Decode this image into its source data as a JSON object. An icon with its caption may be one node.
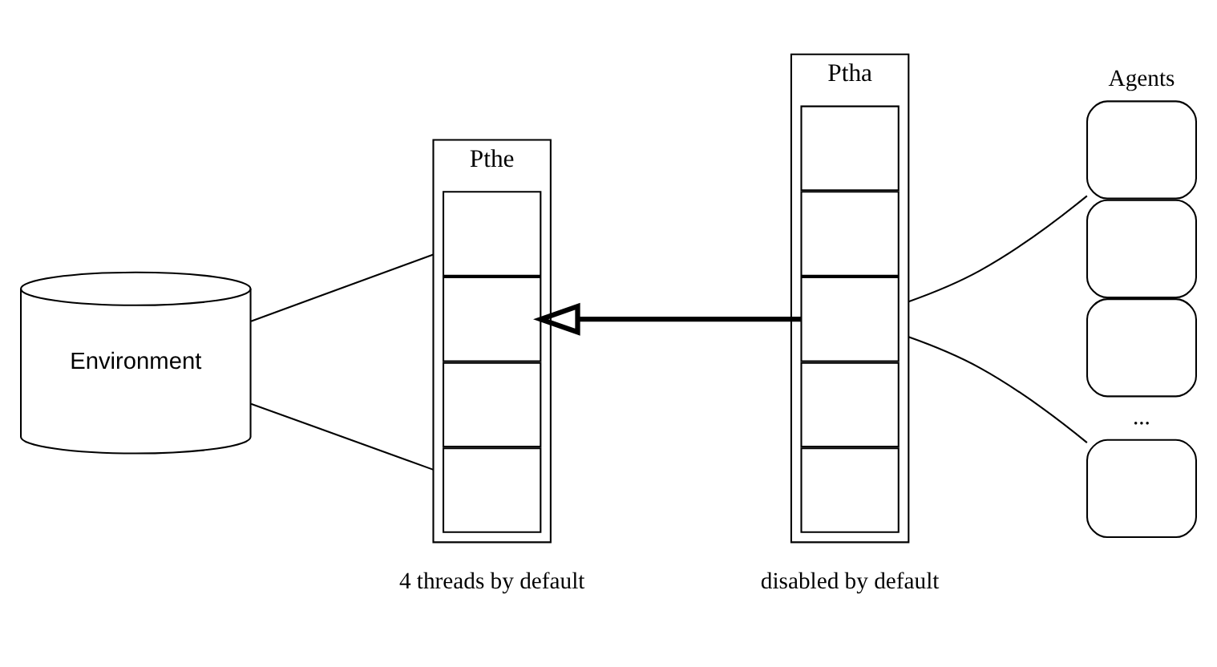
{
  "diagram": {
    "nodes": [
      {
        "text": [
          "Environment"
        ]
      },
      {
        "text": [
          "Pthe"
        ],
        "beside": [
          "4 threads by default"
        ]
      },
      {
        "text": [],
        "shape": "box",
        "in": 1
      },
      {
        "text": [],
        "shape": "box",
        "in": 1
      },
      {
        "text": [],
        "shape": "box",
        "in": 1
      },
      {
        "text": [],
        "shape": "box",
        "in": 1
      },
      {
        "text": [
          "Ptha"
        ],
        "beside": [
          "disabled by default"
        ]
      },
      {
        "text": [],
        "shape": "box",
        "in": 6
      },
      {
        "text": [],
        "shape": "box",
        "in": 6
      },
      {
        "text": [],
        "shape": "box",
        "in": 6
      },
      {
        "text": [],
        "shape": "box",
        "in": 6
      },
      {
        "text": [],
        "shape": "box",
        "in": 6
      },
      {
        "text": [],
        "shape": "box"
      },
      {
        "text": [],
        "shape": "box"
      },
      {
        "text": [],
        "shape": "box"
      },
      {
        "text": [],
        "shape": "box"
      }
    ],
    "edges": [
      {
        "from": 0,
        "to": 1,
        "arrow": "none"
      },
      {
        "from": 0,
        "to": 1,
        "arrow": "none"
      },
      {
        "from": 6,
        "to": 1,
        "arrow": "to",
        "style": "thick"
      },
      {
        "from": 6,
        "to": 12,
        "arrow": "none"
      },
      {
        "from": 6,
        "to": 15,
        "arrow": "none"
      }
    ],
    "labels": [
      "Agents",
      "..."
    ]
  }
}
